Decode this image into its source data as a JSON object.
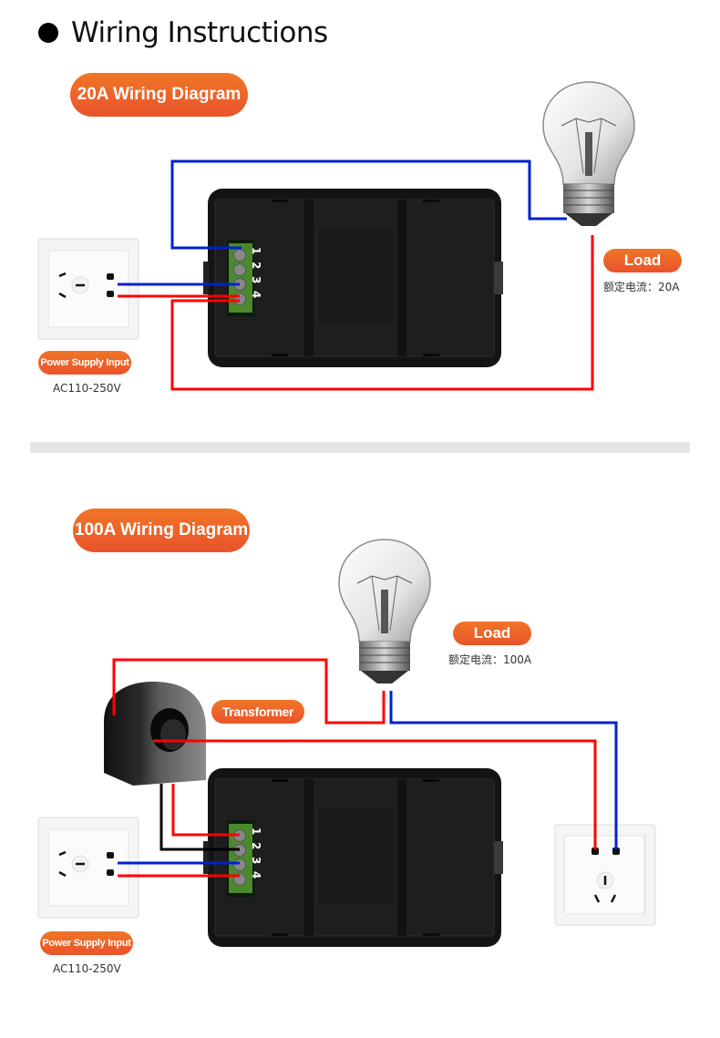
{
  "header": {
    "title": "Wiring Instructions"
  },
  "diagram_20a": {
    "title": "20A Wiring Diagram",
    "load_label": "Load",
    "load_rating": "额定电流：20A",
    "power_label": "Power Supply Input",
    "power_voltage": "AC110-250V",
    "terminals": [
      "1",
      "2",
      "3",
      "4"
    ],
    "wire_colors": {
      "live": "#ff0000",
      "neutral": "#0022cc"
    }
  },
  "diagram_100a": {
    "title": "100A Wiring Diagram",
    "load_label": "Load",
    "load_rating": "额定电流：100A",
    "transformer_label": "Transformer",
    "power_label": "Power Supply Input",
    "power_voltage": "AC110-250V",
    "terminals": [
      "1",
      "2",
      "3",
      "4"
    ],
    "wire_colors": {
      "live": "#ff0000",
      "neutral": "#0022cc",
      "signal": "#000000"
    }
  }
}
